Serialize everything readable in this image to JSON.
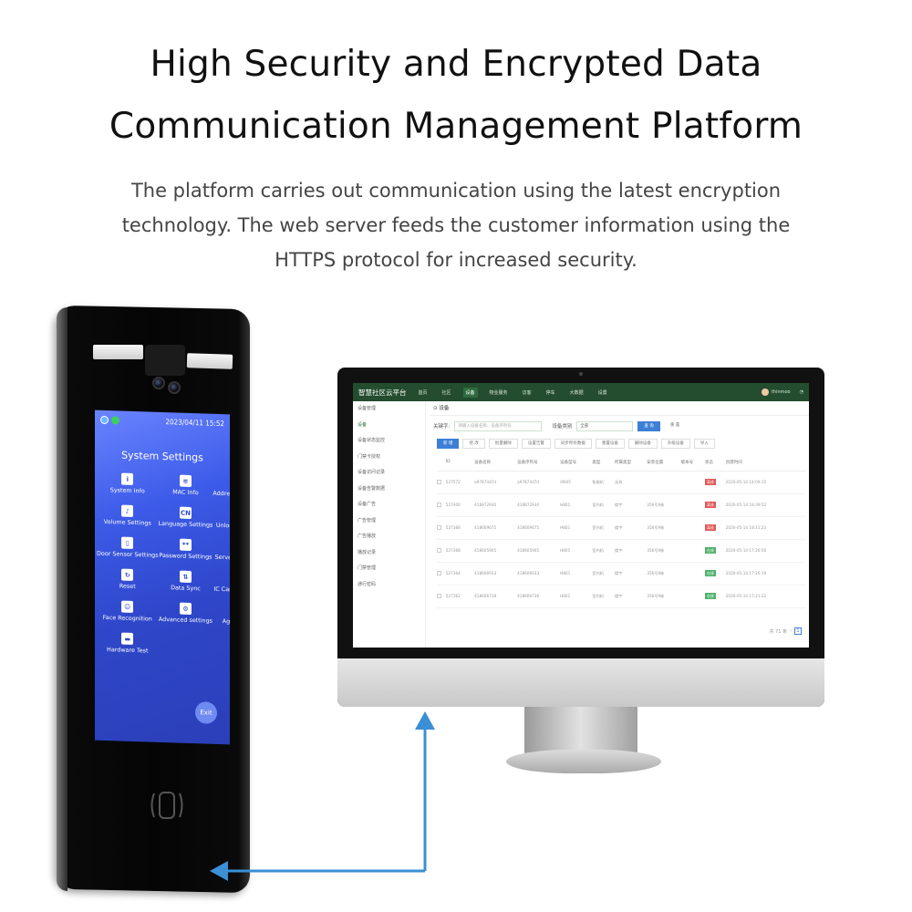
{
  "headline": {
    "line1": "High Security and Encrypted Data",
    "line2": "Communication Management Platform"
  },
  "description": {
    "line1": "The platform carries out communication using the latest encryption",
    "line2": "technology. The web server feeds the customer information using the",
    "line3": "HTTPS protocol for increased security."
  },
  "device": {
    "date_time": "2023/04/11  15:52",
    "title": "System Settings",
    "tiles": [
      {
        "label": "System Info",
        "icon": "info-icon",
        "glyph": "i"
      },
      {
        "label": "MAC Info",
        "icon": "document-icon",
        "glyph": "≡"
      },
      {
        "label": "Address Settings",
        "icon": "location-pin-icon",
        "glyph": "⌖"
      },
      {
        "label": "Volume Settings",
        "icon": "speaker-icon",
        "glyph": "♪"
      },
      {
        "label": "Language Settings",
        "icon": "language-icon",
        "glyph": "CN"
      },
      {
        "label": "Unlock Setting",
        "icon": "lock-icon",
        "glyph": "⊓"
      },
      {
        "label": "Door Sensor Settings",
        "icon": "door-icon",
        "glyph": "▯"
      },
      {
        "label": "Password Settings",
        "icon": "password-icon",
        "glyph": "**"
      },
      {
        "label": "Server Settings",
        "icon": "server-icon",
        "glyph": "☰"
      },
      {
        "label": "Reset",
        "icon": "reset-icon",
        "glyph": "↻"
      },
      {
        "label": "Data Sync",
        "icon": "sync-icon",
        "glyph": "⇅"
      },
      {
        "label": "IC Card Settings",
        "icon": "card-icon",
        "glyph": "▭"
      },
      {
        "label": "Face Recognition",
        "icon": "face-icon",
        "glyph": "☺"
      },
      {
        "label": "Advanced settings",
        "icon": "gear-icon",
        "glyph": "⚙"
      },
      {
        "label": "Aging Test",
        "icon": "clipboard-icon",
        "glyph": "▤"
      },
      {
        "label": "Hardware Test",
        "icon": "hardware-icon",
        "glyph": "▬"
      }
    ],
    "exit_label": "Exit"
  },
  "web": {
    "brand": "智慧社区云平台",
    "nav": [
      {
        "label": "首页",
        "active": false
      },
      {
        "label": "社区",
        "active": false
      },
      {
        "label": "设备",
        "active": true
      },
      {
        "label": "物业服务",
        "active": false
      },
      {
        "label": "访客",
        "active": false
      },
      {
        "label": "停车",
        "active": false
      },
      {
        "label": "大数据",
        "active": false
      },
      {
        "label": "设置",
        "active": false
      }
    ],
    "user": "thinmoo",
    "sidebar": [
      {
        "label": "设备管理",
        "active": false
      },
      {
        "label": "设备",
        "active": true
      },
      {
        "label": "设备状态监控",
        "active": false
      },
      {
        "label": "门禁卡授权",
        "active": false
      },
      {
        "label": "设备访问记录",
        "active": false
      },
      {
        "label": "设备告警数据",
        "active": false
      },
      {
        "label": "设备广告",
        "active": false
      },
      {
        "label": "广告管理",
        "active": false
      },
      {
        "label": "广告播放",
        "active": false
      },
      {
        "label": "播放记录",
        "active": false
      },
      {
        "label": "门禁管理",
        "active": false
      },
      {
        "label": "通行密码",
        "active": false
      }
    ],
    "breadcrumb": "设备",
    "filter_keyword_label": "关键字:",
    "filter_keyword_placeholder": "请输入设备名称、设备序列号",
    "filter_type_label": "设备类别",
    "filter_type_value": "全部",
    "search_button": "查 询",
    "reset_button": "重 置",
    "actions": [
      "新 增",
      "修 改",
      "批量删除",
      "设置告警",
      "同步所有数据",
      "重置设备",
      "删除设备",
      "升级设备",
      "导入"
    ],
    "columns": [
      "",
      "ID",
      "设备名称",
      "设备序列号",
      "设备型号",
      "类型",
      "所属类型",
      "安装位置",
      "版本号",
      "状态",
      "创建时间"
    ],
    "rows": [
      [
        "527572",
        "a97874d7d",
        "a97874d7d",
        "i9605",
        "智能机",
        "无效",
        "",
        "",
        "离线",
        "2020-05-14 14:09:15"
      ],
      [
        "527400",
        "418872930",
        "418872930",
        "H801",
        "室内机",
        "楼宇",
        "356号9栋",
        "",
        "离线",
        "2020-05-14 18:39:52"
      ],
      [
        "527388",
        "418609675",
        "418609675",
        "H801",
        "室内机",
        "楼宇",
        "356号9栋",
        "",
        "离线",
        "2020-05-14 18:11:23"
      ],
      [
        "527368",
        "418605905",
        "418605905",
        "H801",
        "室内机",
        "楼宇",
        "356号9栋",
        "",
        "在线",
        "2020-05-14 17:26:50"
      ],
      [
        "527364",
        "418606933",
        "418606933",
        "H801",
        "室内机",
        "楼宇",
        "356号9栋",
        "",
        "在线",
        "2020-05-14 17:26:19"
      ],
      [
        "527362",
        "418606738",
        "418606738",
        "H801",
        "室内机",
        "楼宇",
        "356号9栋",
        "",
        "在线",
        "2020-05-14 17:21:22"
      ]
    ],
    "pager_text": "共 71 条",
    "pager_page": "1"
  },
  "colors": {
    "nav_bg": "#234d2e",
    "screen_blue": "#3c5be8",
    "arrow_blue": "#3b8fd4"
  }
}
